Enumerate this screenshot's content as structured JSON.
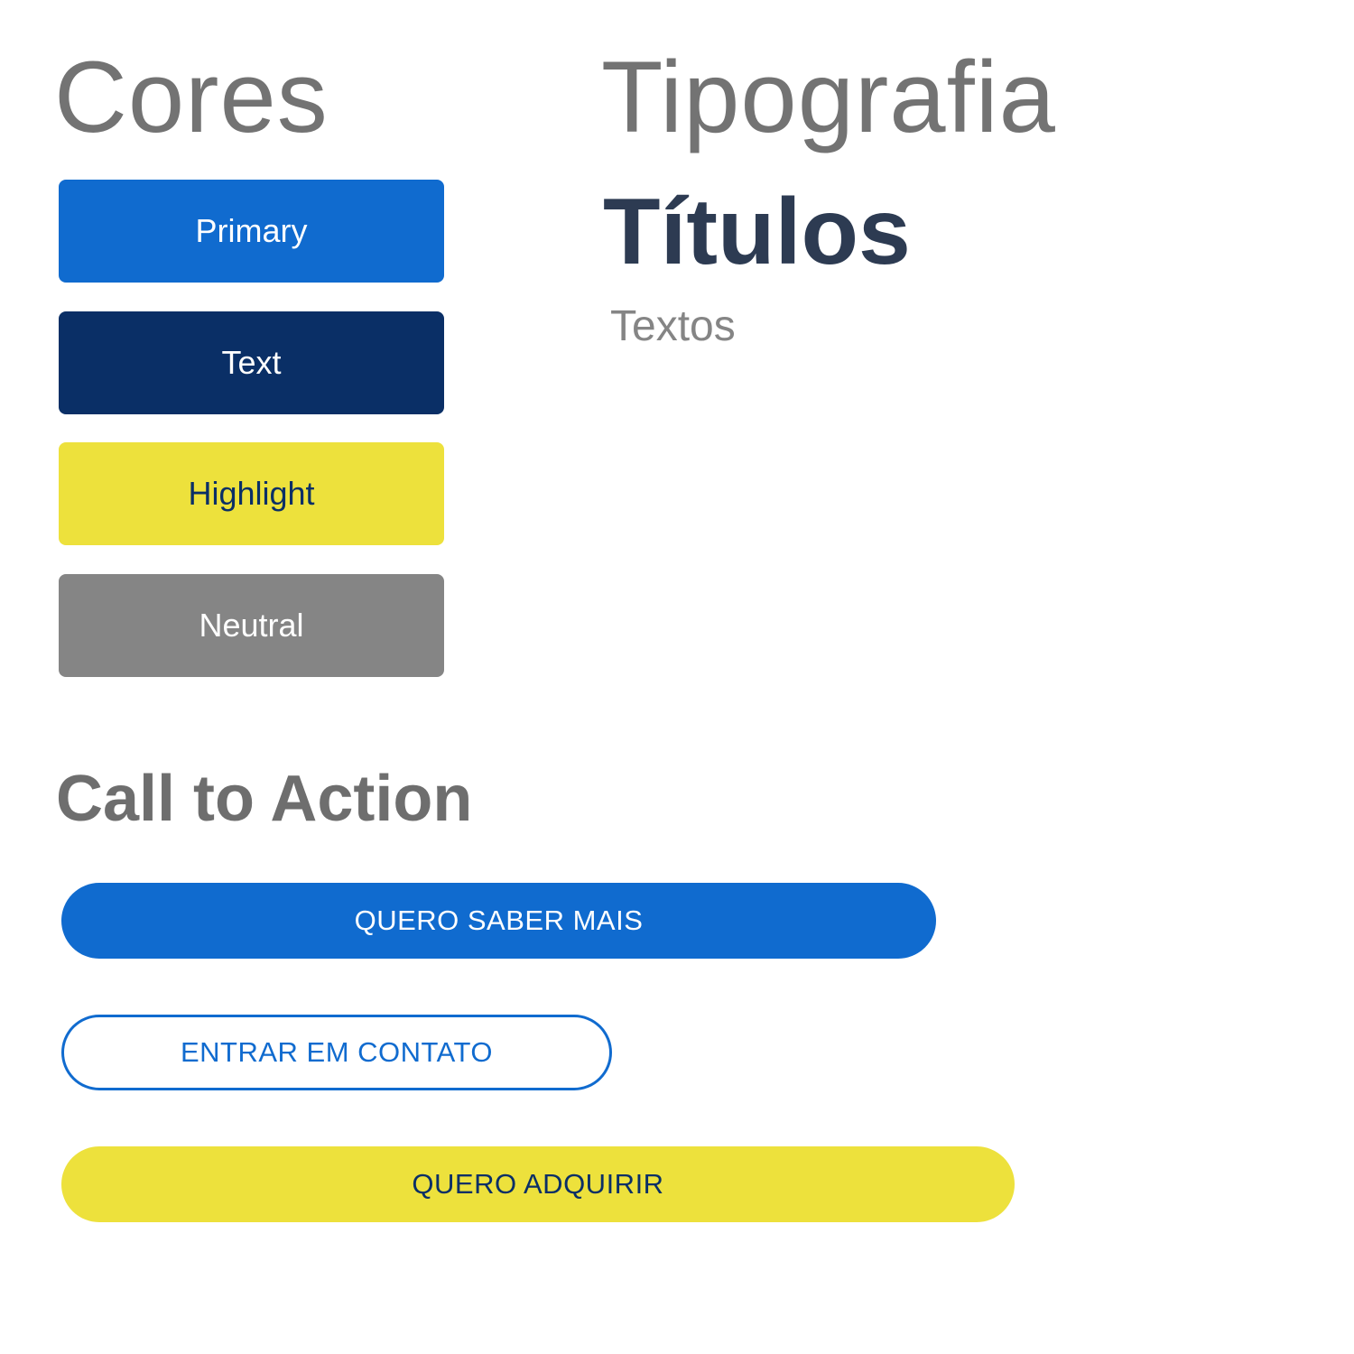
{
  "colors": {
    "title": "Cores",
    "swatches": [
      {
        "label": "Primary",
        "bg": "#106bcf",
        "fg": "#ffffff"
      },
      {
        "label": "Text",
        "bg": "#0a2f66",
        "fg": "#ffffff"
      },
      {
        "label": "Highlight",
        "bg": "#ede13c",
        "fg": "#0a2f66"
      },
      {
        "label": "Neutral",
        "bg": "#858585",
        "fg": "#ffffff"
      }
    ]
  },
  "typography": {
    "title": "Tipografia",
    "headings_sample": "Títulos",
    "body_sample": "Textos"
  },
  "call_to_action": {
    "title": "Call to Action",
    "buttons": [
      {
        "label": "QUERO SABER MAIS",
        "style": "filled",
        "bg": "#106bcf",
        "fg": "#ffffff",
        "border": "#106bcf"
      },
      {
        "label": "ENTRAR EM CONTATO",
        "style": "outline",
        "bg": "#ffffff",
        "fg": "#106bcf",
        "border": "#106bcf"
      },
      {
        "label": "QUERO ADQUIRIR",
        "style": "filled",
        "bg": "#ede13c",
        "fg": "#0a2f66",
        "border": "#ede13c"
      }
    ]
  }
}
